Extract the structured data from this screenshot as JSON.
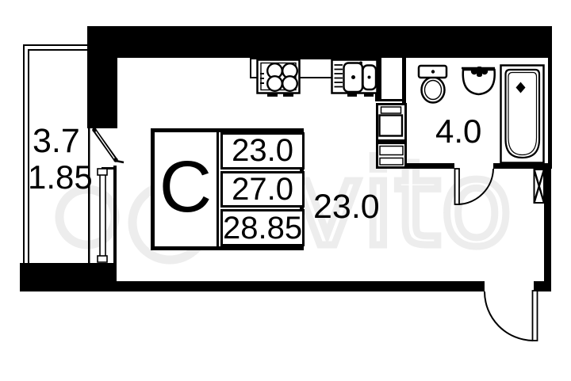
{
  "watermark": {
    "text": "avito"
  },
  "areas": {
    "balcony": "3.7",
    "balcony_reduced": "1.85",
    "room": "23.0",
    "bathroom": "4.0"
  },
  "stamp": {
    "apartment_type": "С",
    "living_area": "23.0",
    "floor_area": "27.0",
    "total_area": "28.85"
  },
  "colors": {
    "line": "#000000",
    "background": "#ffffff",
    "watermark": "#ededed"
  }
}
